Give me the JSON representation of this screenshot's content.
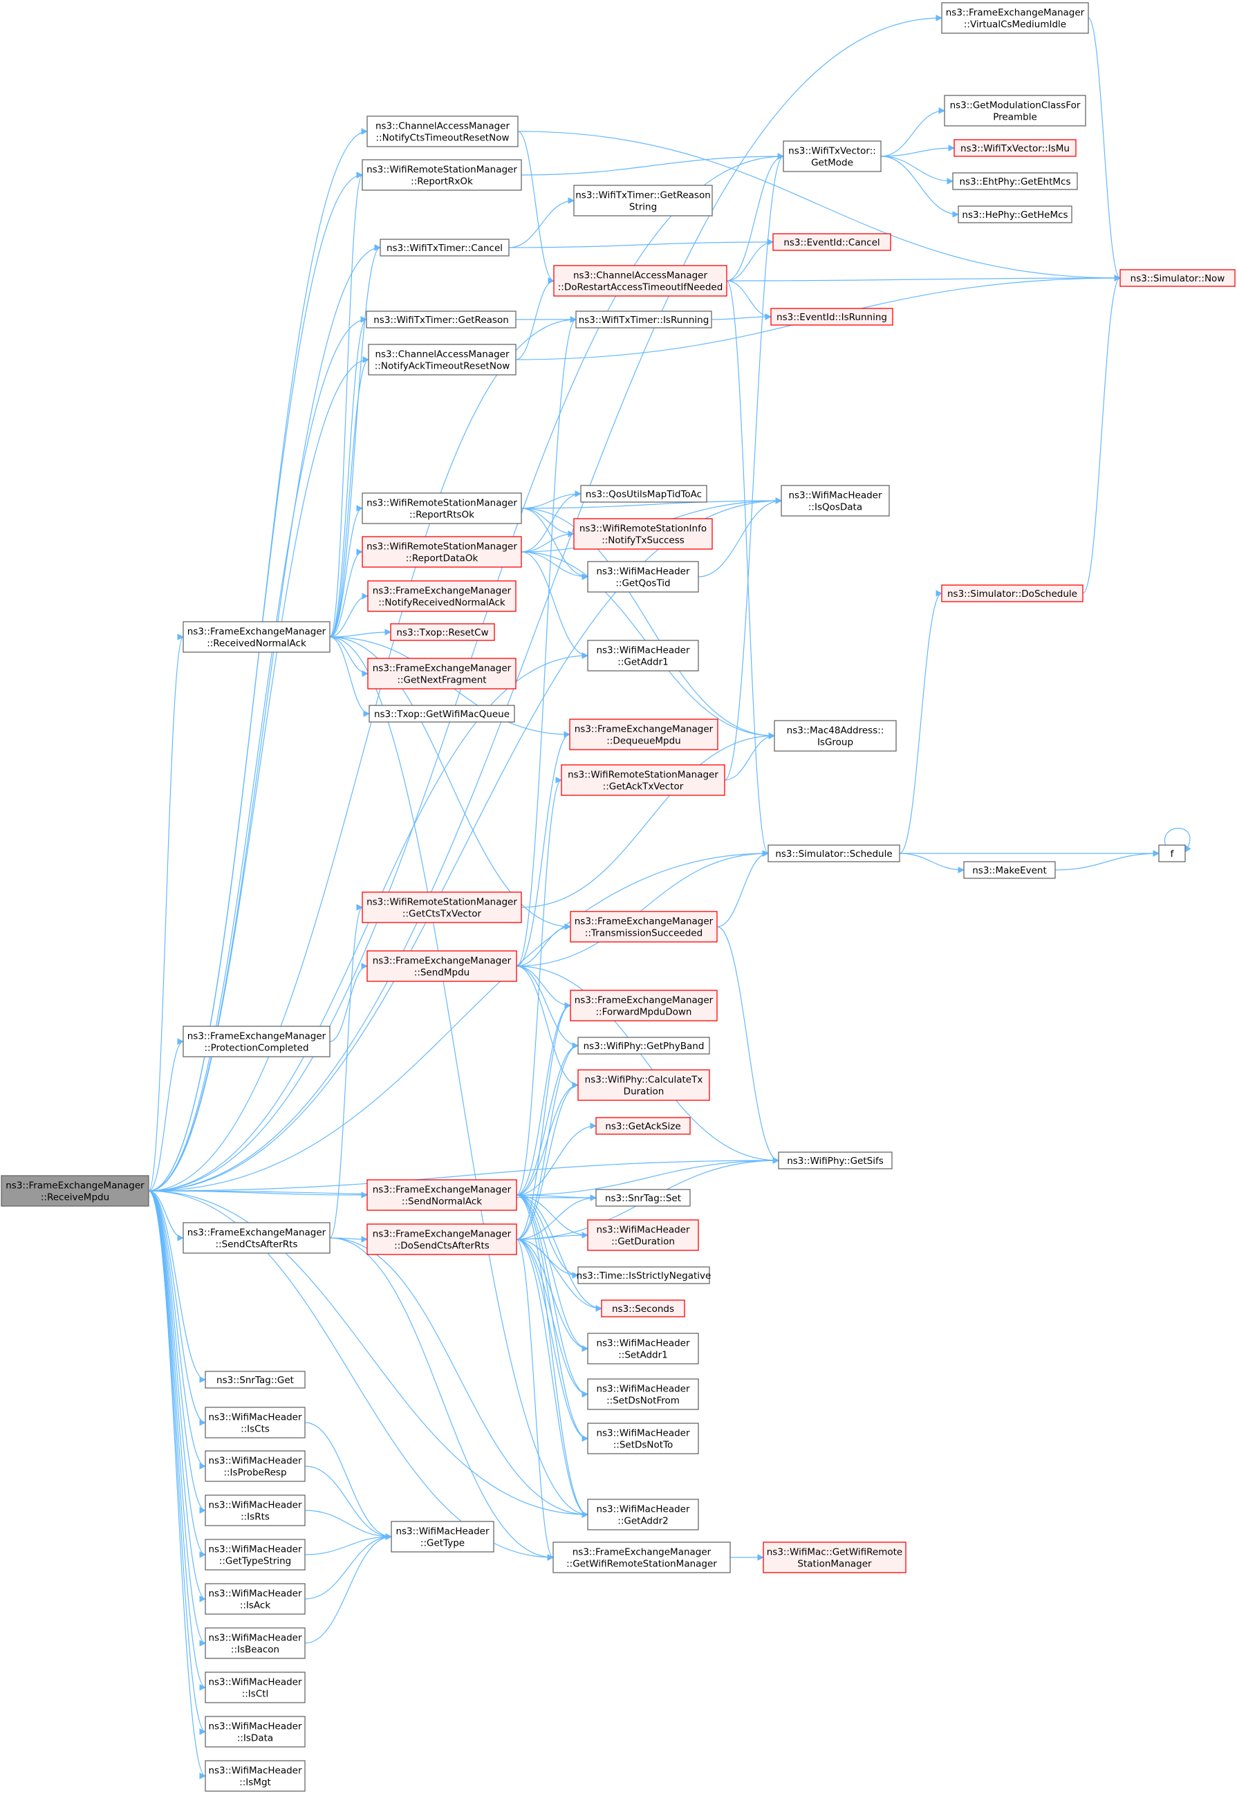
{
  "diagram": {
    "colors": {
      "edge": "#63b8ff",
      "node_fill": "#ffffff",
      "node_border": "#666666",
      "alert_fill": "#fff0f0",
      "alert_border": "#ff0000",
      "root_fill": "#999999",
      "root_border": "#666666"
    },
    "nodes": [
      {
        "id": "root",
        "lines": [
          "ns3::FrameExchangeManager",
          "::ReceiveMpdu"
        ],
        "style": "root"
      },
      {
        "id": "virtualcs",
        "lines": [
          "ns3::FrameExchangeManager",
          "::VirtualCsMediumIdle"
        ],
        "style": "normal"
      },
      {
        "id": "notifycts",
        "lines": [
          "ns3::ChannelAccessManager",
          "::NotifyCtsTimeoutResetNow"
        ],
        "style": "normal"
      },
      {
        "id": "reportrxok",
        "lines": [
          "ns3::WifiRemoteStationManager",
          "::ReportRxOk"
        ],
        "style": "normal"
      },
      {
        "id": "txtimercancel",
        "lines": [
          "ns3::WifiTxTimer::Cancel"
        ],
        "style": "normal"
      },
      {
        "id": "getreason",
        "lines": [
          "ns3::WifiTxTimer::GetReason"
        ],
        "style": "normal"
      },
      {
        "id": "notifyack",
        "lines": [
          "ns3::ChannelAccessManager",
          "::NotifyAckTimeoutResetNow"
        ],
        "style": "normal"
      },
      {
        "id": "reportrtsok",
        "lines": [
          "ns3::WifiRemoteStationManager",
          "::ReportRtsOk"
        ],
        "style": "normal"
      },
      {
        "id": "reportdataok",
        "lines": [
          "ns3::WifiRemoteStationManager",
          "::ReportDataOk"
        ],
        "style": "alert"
      },
      {
        "id": "notifyrecvack",
        "lines": [
          "ns3::FrameExchangeManager",
          "::NotifyReceivedNormalAck"
        ],
        "style": "alert"
      },
      {
        "id": "resetcw",
        "lines": [
          "ns3::Txop::ResetCw"
        ],
        "style": "alert"
      },
      {
        "id": "getnextfrag",
        "lines": [
          "ns3::FrameExchangeManager",
          "::GetNextFragment"
        ],
        "style": "alert"
      },
      {
        "id": "getwifimacqueue",
        "lines": [
          "ns3::Txop::GetWifiMacQueue"
        ],
        "style": "normal"
      },
      {
        "id": "recvnormalack",
        "lines": [
          "ns3::FrameExchangeManager",
          "::ReceivedNormalAck"
        ],
        "style": "normal"
      },
      {
        "id": "gettxreasonstring",
        "lines": [
          "ns3::WifiTxTimer::GetReason",
          "String"
        ],
        "style": "normal"
      },
      {
        "id": "dorestart",
        "lines": [
          "ns3::ChannelAccessManager",
          "::DoRestartAccessTimeoutIfNeeded"
        ],
        "style": "alert"
      },
      {
        "id": "txtimerisrunning",
        "lines": [
          "ns3::WifiTxTimer::IsRunning"
        ],
        "style": "normal"
      },
      {
        "id": "qosutils",
        "lines": [
          "ns3::QosUtilsMapTidToAc"
        ],
        "style": "normal"
      },
      {
        "id": "notifytxsuccess",
        "lines": [
          "ns3::WifiRemoteStationInfo",
          "::NotifyTxSuccess"
        ],
        "style": "alert"
      },
      {
        "id": "getqostid",
        "lines": [
          "ns3::WifiMacHeader",
          "::GetQosTid"
        ],
        "style": "normal"
      },
      {
        "id": "getaddr1",
        "lines": [
          "ns3::WifiMacHeader",
          "::GetAddr1"
        ],
        "style": "normal"
      },
      {
        "id": "dequeuempdu",
        "lines": [
          "ns3::FrameExchangeManager",
          "::DequeueMpdu"
        ],
        "style": "alert"
      },
      {
        "id": "getacktxvector",
        "lines": [
          "ns3::WifiRemoteStationManager",
          "::GetAckTxVector"
        ],
        "style": "alert"
      },
      {
        "id": "getctstxvector",
        "lines": [
          "ns3::WifiRemoteStationManager",
          "::GetCtsTxVector"
        ],
        "style": "alert"
      },
      {
        "id": "sendmpdu",
        "lines": [
          "ns3::FrameExchangeManager",
          "::SendMpdu"
        ],
        "style": "alert"
      },
      {
        "id": "protcompleted",
        "lines": [
          "ns3::FrameExchangeManager",
          "::ProtectionCompleted"
        ],
        "style": "normal"
      },
      {
        "id": "txsucceeded",
        "lines": [
          "ns3::FrameExchangeManager",
          "::TransmissionSucceeded"
        ],
        "style": "alert"
      },
      {
        "id": "forwardmpdu",
        "lines": [
          "ns3::FrameExchangeManager",
          "::ForwardMpduDown"
        ],
        "style": "alert"
      },
      {
        "id": "getphyband",
        "lines": [
          "ns3::WifiPhy::GetPhyBand"
        ],
        "style": "normal"
      },
      {
        "id": "calctxduration",
        "lines": [
          "ns3::WifiPhy::CalculateTx",
          "Duration"
        ],
        "style": "alert"
      },
      {
        "id": "getacksize",
        "lines": [
          "ns3::GetAckSize"
        ],
        "style": "alert"
      },
      {
        "id": "sendnormalack",
        "lines": [
          "ns3::FrameExchangeManager",
          "::SendNormalAck"
        ],
        "style": "alert"
      },
      {
        "id": "sendctsafterrts",
        "lines": [
          "ns3::FrameExchangeManager",
          "::SendCtsAfterRts"
        ],
        "style": "normal"
      },
      {
        "id": "dosendcts",
        "lines": [
          "ns3::FrameExchangeManager",
          "::DoSendCtsAfterRts"
        ],
        "style": "alert"
      },
      {
        "id": "snrtagset",
        "lines": [
          "ns3::SnrTag::Set"
        ],
        "style": "normal"
      },
      {
        "id": "getduration",
        "lines": [
          "ns3::WifiMacHeader",
          "::GetDuration"
        ],
        "style": "alert"
      },
      {
        "id": "isstrictlyneg",
        "lines": [
          "ns3::Time::IsStrictlyNegative"
        ],
        "style": "normal"
      },
      {
        "id": "seconds",
        "lines": [
          "ns3::Seconds"
        ],
        "style": "alert"
      },
      {
        "id": "setaddr1",
        "lines": [
          "ns3::WifiMacHeader",
          "::SetAddr1"
        ],
        "style": "normal"
      },
      {
        "id": "setdsnotfrom",
        "lines": [
          "ns3::WifiMacHeader",
          "::SetDsNotFrom"
        ],
        "style": "normal"
      },
      {
        "id": "setdsnotto",
        "lines": [
          "ns3::WifiMacHeader",
          "::SetDsNotTo"
        ],
        "style": "normal"
      },
      {
        "id": "getaddr2",
        "lines": [
          "ns3::WifiMacHeader",
          "::GetAddr2"
        ],
        "style": "normal"
      },
      {
        "id": "getwrsm",
        "lines": [
          "ns3::FrameExchangeManager",
          "::GetWifiRemoteStationManager"
        ],
        "style": "normal"
      },
      {
        "id": "getwrsmmac",
        "lines": [
          "ns3::WifiMac::GetWifiRemote",
          "StationManager"
        ],
        "style": "alert"
      },
      {
        "id": "snrtagget",
        "lines": [
          "ns3::SnrTag::Get"
        ],
        "style": "normal"
      },
      {
        "id": "iscts",
        "lines": [
          "ns3::WifiMacHeader",
          "::IsCts"
        ],
        "style": "normal"
      },
      {
        "id": "isproberesp",
        "lines": [
          "ns3::WifiMacHeader",
          "::IsProbeResp"
        ],
        "style": "normal"
      },
      {
        "id": "isrts",
        "lines": [
          "ns3::WifiMacHeader",
          "::IsRts"
        ],
        "style": "normal"
      },
      {
        "id": "gettypestring",
        "lines": [
          "ns3::WifiMacHeader",
          "::GetTypeString"
        ],
        "style": "normal"
      },
      {
        "id": "isack",
        "lines": [
          "ns3::WifiMacHeader",
          "::IsAck"
        ],
        "style": "normal"
      },
      {
        "id": "isbeacon",
        "lines": [
          "ns3::WifiMacHeader",
          "::IsBeacon"
        ],
        "style": "normal"
      },
      {
        "id": "isctl",
        "lines": [
          "ns3::WifiMacHeader",
          "::IsCtl"
        ],
        "style": "normal"
      },
      {
        "id": "isdata",
        "lines": [
          "ns3::WifiMacHeader",
          "::IsData"
        ],
        "style": "normal"
      },
      {
        "id": "ismgt",
        "lines": [
          "ns3::WifiMacHeader",
          "::IsMgt"
        ],
        "style": "normal"
      },
      {
        "id": "gettype",
        "lines": [
          "ns3::WifiMacHeader",
          "::GetType"
        ],
        "style": "normal"
      },
      {
        "id": "getmode",
        "lines": [
          "ns3::WifiTxVector::",
          "GetMode"
        ],
        "style": "normal"
      },
      {
        "id": "eventcancel",
        "lines": [
          "ns3::EventId::Cancel"
        ],
        "style": "alert"
      },
      {
        "id": "eventisrunning",
        "lines": [
          "ns3::EventId::IsRunning"
        ],
        "style": "alert"
      },
      {
        "id": "isqosdata",
        "lines": [
          "ns3::WifiMacHeader",
          "::IsQosData"
        ],
        "style": "normal"
      },
      {
        "id": "isgroup",
        "lines": [
          "ns3::Mac48Address::",
          "IsGroup"
        ],
        "style": "normal"
      },
      {
        "id": "schedule",
        "lines": [
          "ns3::Simulator::Schedule"
        ],
        "style": "normal"
      },
      {
        "id": "makeevent",
        "lines": [
          "ns3::MakeEvent"
        ],
        "style": "normal"
      },
      {
        "id": "getsifs",
        "lines": [
          "ns3::WifiPhy::GetSifs"
        ],
        "style": "normal"
      },
      {
        "id": "getmodclass",
        "lines": [
          "ns3::GetModulationClassFor",
          "Preamble"
        ],
        "style": "normal"
      },
      {
        "id": "ismu",
        "lines": [
          "ns3::WifiTxVector::IsMu"
        ],
        "style": "alert"
      },
      {
        "id": "getehtmcs",
        "lines": [
          "ns3::EhtPhy::GetEhtMcs"
        ],
        "style": "normal"
      },
      {
        "id": "gethemcs",
        "lines": [
          "ns3::HePhy::GetHeMcs"
        ],
        "style": "normal"
      },
      {
        "id": "doschedule",
        "lines": [
          "ns3::Simulator::DoSchedule"
        ],
        "style": "alert"
      },
      {
        "id": "simnow",
        "lines": [
          "ns3::Simulator::Now"
        ],
        "style": "alert"
      },
      {
        "id": "f",
        "lines": [
          "f"
        ],
        "style": "normal"
      }
    ],
    "edges": [
      [
        "root",
        "virtualcs"
      ],
      [
        "root",
        "notifycts"
      ],
      [
        "root",
        "reportrxok"
      ],
      [
        "root",
        "txtimercancel"
      ],
      [
        "root",
        "getreason"
      ],
      [
        "root",
        "txtimerisrunning"
      ],
      [
        "root",
        "notifyack"
      ],
      [
        "root",
        "getmode"
      ],
      [
        "root",
        "recvnormalack"
      ],
      [
        "root",
        "isqosdata"
      ],
      [
        "root",
        "getaddr1"
      ],
      [
        "root",
        "schedule"
      ],
      [
        "root",
        "protcompleted"
      ],
      [
        "root",
        "snrtagset"
      ],
      [
        "root",
        "sendnormalack"
      ],
      [
        "root",
        "getsifs"
      ],
      [
        "root",
        "sendctsafterrts"
      ],
      [
        "root",
        "snrtagget"
      ],
      [
        "root",
        "iscts"
      ],
      [
        "root",
        "isproberesp"
      ],
      [
        "root",
        "isrts"
      ],
      [
        "root",
        "gettypestring"
      ],
      [
        "root",
        "isack"
      ],
      [
        "root",
        "isbeacon"
      ],
      [
        "root",
        "isctl"
      ],
      [
        "root",
        "isdata"
      ],
      [
        "root",
        "ismgt"
      ],
      [
        "root",
        "getaddr2"
      ],
      [
        "root",
        "getwrsm"
      ],
      [
        "virtualcs",
        "simnow"
      ],
      [
        "notifycts",
        "dorestart"
      ],
      [
        "notifycts",
        "simnow"
      ],
      [
        "reportrxok",
        "getmode"
      ],
      [
        "txtimercancel",
        "gettxreasonstring"
      ],
      [
        "txtimercancel",
        "eventcancel"
      ],
      [
        "getreason",
        "txtimerisrunning"
      ],
      [
        "notifyack",
        "dorestart"
      ],
      [
        "notifyack",
        "simnow"
      ],
      [
        "txtimerisrunning",
        "eventisrunning"
      ],
      [
        "dorestart",
        "eventcancel"
      ],
      [
        "dorestart",
        "simnow"
      ],
      [
        "dorestart",
        "eventisrunning"
      ],
      [
        "dorestart",
        "schedule"
      ],
      [
        "dorestart",
        "getmode"
      ],
      [
        "recvnormalack",
        "reportrxok"
      ],
      [
        "recvnormalack",
        "txtimercancel"
      ],
      [
        "recvnormalack",
        "getreason"
      ],
      [
        "recvnormalack",
        "notifyack"
      ],
      [
        "recvnormalack",
        "reportrtsok"
      ],
      [
        "recvnormalack",
        "reportdataok"
      ],
      [
        "recvnormalack",
        "notifyrecvack"
      ],
      [
        "recvnormalack",
        "resetcw"
      ],
      [
        "recvnormalack",
        "getnextfrag"
      ],
      [
        "recvnormalack",
        "getwifimacqueue"
      ],
      [
        "recvnormalack",
        "dequeuempdu"
      ],
      [
        "recvnormalack",
        "txsucceeded"
      ],
      [
        "recvnormalack",
        "getaddr2"
      ],
      [
        "reportrtsok",
        "qosutils"
      ],
      [
        "reportrtsok",
        "notifytxsuccess"
      ],
      [
        "reportrtsok",
        "getqostid"
      ],
      [
        "reportrtsok",
        "isqosdata"
      ],
      [
        "reportrtsok",
        "isgroup"
      ],
      [
        "reportdataok",
        "qosutils"
      ],
      [
        "reportdataok",
        "notifytxsuccess"
      ],
      [
        "reportdataok",
        "getqostid"
      ],
      [
        "reportdataok",
        "isqosdata"
      ],
      [
        "reportdataok",
        "getaddr1"
      ],
      [
        "reportdataok",
        "isgroup"
      ],
      [
        "getqostid",
        "isqosdata"
      ],
      [
        "getacktxvector",
        "getmode"
      ],
      [
        "getacktxvector",
        "isgroup"
      ],
      [
        "getctstxvector",
        "isgroup"
      ],
      [
        "protcompleted",
        "sendmpdu"
      ],
      [
        "sendmpdu",
        "dequeuempdu"
      ],
      [
        "sendmpdu",
        "txtimerisrunning"
      ],
      [
        "sendmpdu",
        "txsucceeded"
      ],
      [
        "sendmpdu",
        "forwardmpdu"
      ],
      [
        "sendmpdu",
        "getphyband"
      ],
      [
        "sendmpdu",
        "calctxduration"
      ],
      [
        "sendmpdu",
        "getsifs"
      ],
      [
        "sendmpdu",
        "schedule"
      ],
      [
        "txsucceeded",
        "schedule"
      ],
      [
        "txsucceeded",
        "getsifs"
      ],
      [
        "sendnormalack",
        "getacktxvector"
      ],
      [
        "sendnormalack",
        "forwardmpdu"
      ],
      [
        "sendnormalack",
        "getphyband"
      ],
      [
        "sendnormalack",
        "calctxduration"
      ],
      [
        "sendnormalack",
        "getacksize"
      ],
      [
        "sendnormalack",
        "getsifs"
      ],
      [
        "sendnormalack",
        "snrtagset"
      ],
      [
        "sendnormalack",
        "getduration"
      ],
      [
        "sendnormalack",
        "isstrictlyneg"
      ],
      [
        "sendnormalack",
        "seconds"
      ],
      [
        "sendnormalack",
        "setaddr1"
      ],
      [
        "sendnormalack",
        "setdsnotfrom"
      ],
      [
        "sendnormalack",
        "setdsnotto"
      ],
      [
        "sendnormalack",
        "getaddr2"
      ],
      [
        "sendctsafterrts",
        "getctstxvector"
      ],
      [
        "sendctsafterrts",
        "dosendcts"
      ],
      [
        "sendctsafterrts",
        "getaddr2"
      ],
      [
        "sendctsafterrts",
        "getwrsm"
      ],
      [
        "dosendcts",
        "forwardmpdu"
      ],
      [
        "dosendcts",
        "getphyband"
      ],
      [
        "dosendcts",
        "calctxduration"
      ],
      [
        "dosendcts",
        "getsifs"
      ],
      [
        "dosendcts",
        "snrtagset"
      ],
      [
        "dosendcts",
        "getduration"
      ],
      [
        "dosendcts",
        "isstrictlyneg"
      ],
      [
        "dosendcts",
        "seconds"
      ],
      [
        "dosendcts",
        "setaddr1"
      ],
      [
        "dosendcts",
        "setdsnotfrom"
      ],
      [
        "dosendcts",
        "setdsnotto"
      ],
      [
        "dosendcts",
        "getaddr2"
      ],
      [
        "dosendcts",
        "getwrsm"
      ],
      [
        "getwrsm",
        "getwrsmmac"
      ],
      [
        "iscts",
        "gettype"
      ],
      [
        "isproberesp",
        "gettype"
      ],
      [
        "isrts",
        "gettype"
      ],
      [
        "gettypestring",
        "gettype"
      ],
      [
        "isack",
        "gettype"
      ],
      [
        "isbeacon",
        "gettype"
      ],
      [
        "getmode",
        "getmodclass"
      ],
      [
        "getmode",
        "ismu"
      ],
      [
        "getmode",
        "getehtmcs"
      ],
      [
        "getmode",
        "gethemcs"
      ],
      [
        "schedule",
        "doschedule"
      ],
      [
        "schedule",
        "makeevent"
      ],
      [
        "schedule",
        "f"
      ],
      [
        "makeevent",
        "f"
      ],
      [
        "f",
        "f"
      ],
      [
        "doschedule",
        "simnow"
      ]
    ]
  }
}
